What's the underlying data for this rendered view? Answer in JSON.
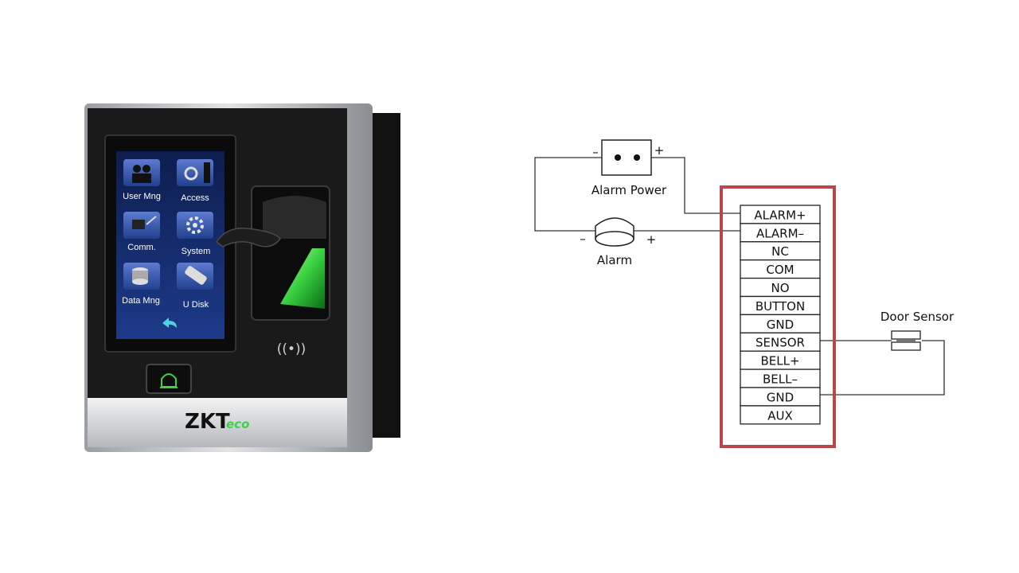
{
  "device": {
    "brand_prefix": "ZKT",
    "brand_suffix": "eco",
    "menu": [
      {
        "label": "User Mng",
        "icon": "users-icon"
      },
      {
        "label": "Access",
        "icon": "gear-door-icon"
      },
      {
        "label": "Comm.",
        "icon": "network-icon"
      },
      {
        "label": "System",
        "icon": "gear-icon"
      },
      {
        "label": "Data Mng",
        "icon": "database-icon"
      },
      {
        "label": "U Disk",
        "icon": "usb-icon"
      }
    ],
    "rfid_symbol": "((•))",
    "colors": {
      "accent_green": "#3ed14a",
      "body_black": "#1b1b1b",
      "frame_silver": "#b9bdc1"
    }
  },
  "diagram": {
    "alarm_power_label": "Alarm Power",
    "alarm_label": "Alarm",
    "door_sensor_label": "Door Sensor",
    "minus_sign": "–",
    "plus_sign": "+",
    "terminals": [
      "ALARM+",
      "ALARM–",
      "NC",
      "COM",
      "NO",
      "BUTTON",
      "GND",
      "SENSOR",
      "BELL+",
      "BELL–",
      "GND",
      "AUX"
    ],
    "highlight_color": "#b8474b"
  }
}
